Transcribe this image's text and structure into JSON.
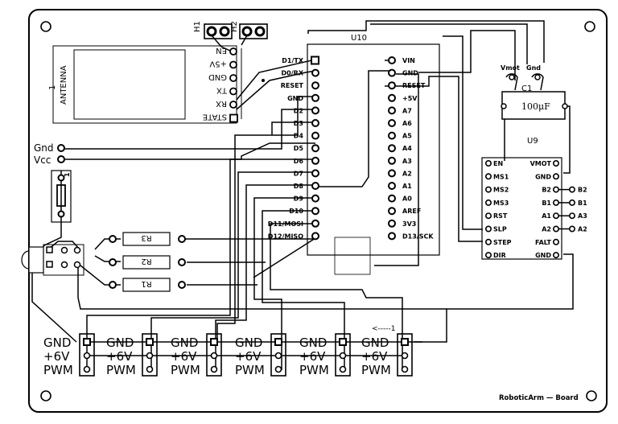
{
  "board": {
    "title": "RoboticArm — Board"
  },
  "headers": {
    "h1": "H1",
    "h2": "H2"
  },
  "bluetooth": {
    "antenna": "ANTENNA",
    "pin_one": "1",
    "pins": [
      "EN",
      "+5V",
      "GND",
      "TX",
      "RX",
      "STATE"
    ]
  },
  "arduino": {
    "ref": "U10",
    "left_pins": [
      "D1/TX",
      "D0/RX",
      "RESET",
      "GND",
      "D2",
      "D3",
      "D4",
      "D5",
      "D6",
      "D7",
      "D8",
      "D9",
      "D10",
      "D11/MOSI",
      "D12/MISO"
    ],
    "right_pins": [
      "VIN",
      "GND",
      "RESET",
      "+5V",
      "A7",
      "A6",
      "A5",
      "A4",
      "A3",
      "A2",
      "A1",
      "A0",
      "AREF",
      "3V3",
      "D13/SCK"
    ]
  },
  "power": {
    "gnd": "Gnd",
    "vcc": "Vcc",
    "switch_pin": "1"
  },
  "resistors": [
    "R3",
    "R2",
    "R1"
  ],
  "capacitor": {
    "ref": "C1",
    "value": "100μF",
    "vmot": "Vmot",
    "gnd": "Gnd"
  },
  "driver": {
    "ref": "U9",
    "left_pins": [
      "EN",
      "MS1",
      "MS2",
      "MS3",
      "RST",
      "SLP",
      "STEP",
      "DIR"
    ],
    "right_pins": [
      "VMOT",
      "GND",
      "B2",
      "B1",
      "A1",
      "A2",
      "FALT",
      "GND"
    ],
    "motor_labels": [
      "B2",
      "B1",
      "A3",
      "A2"
    ]
  },
  "servo_headers": {
    "arrow_label": "<-----1",
    "rows": [
      "GND",
      "+6V",
      "PWM"
    ],
    "count": 6
  }
}
